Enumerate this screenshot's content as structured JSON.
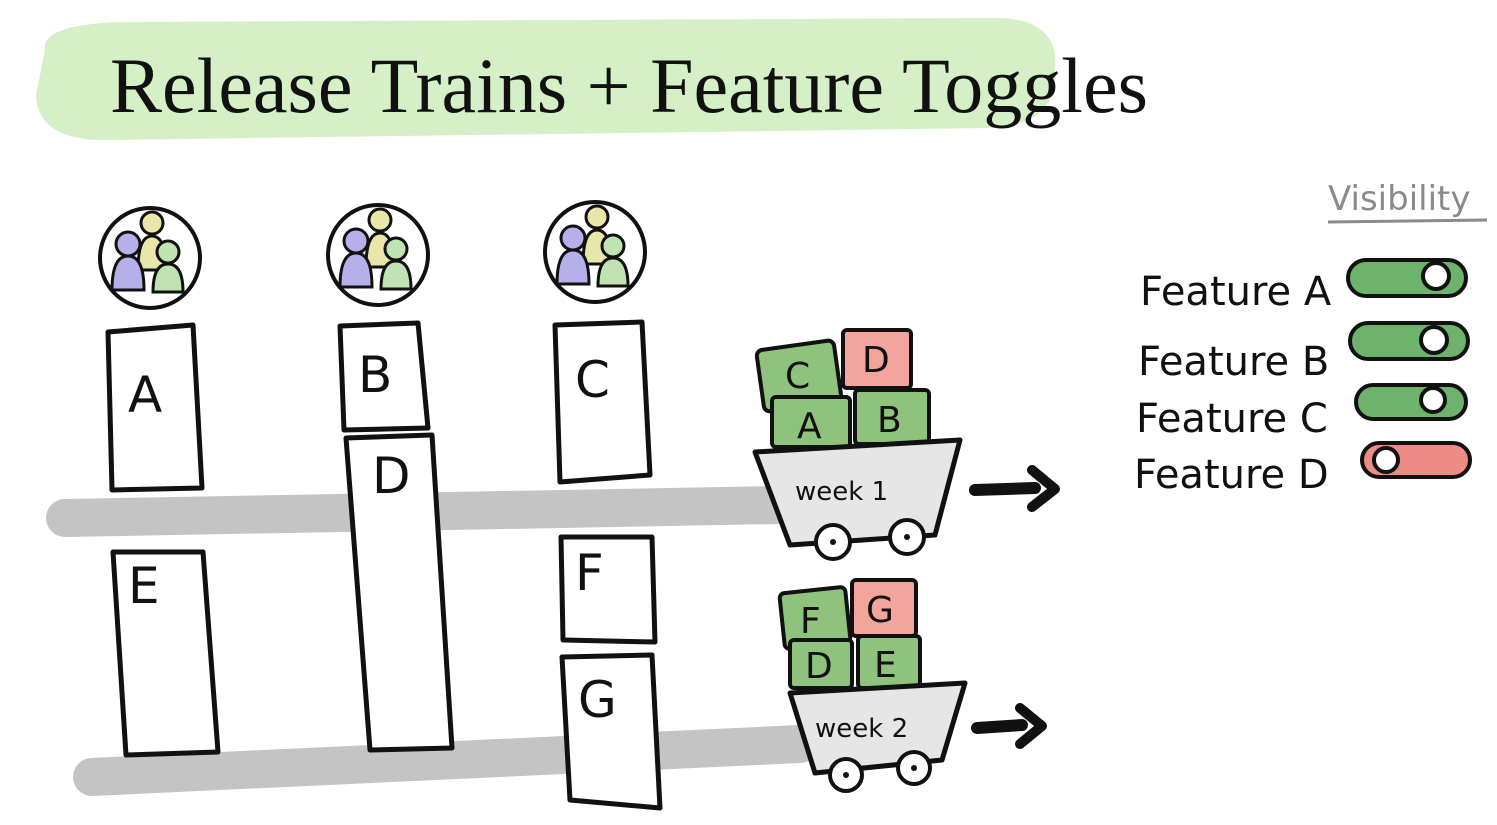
{
  "title": "Release Trains + Feature Toggles",
  "colors": {
    "title_band": "#d5f0c6",
    "track": "#c4c4c4",
    "crate_green": "#8fc27d",
    "crate_red": "#f2a49d",
    "toggle_on": "#6db36b",
    "toggle_off": "#ec8c86",
    "team_purple": "#b6b0ea",
    "team_yellow": "#e9e6a9",
    "team_green": "#bfe3b3"
  },
  "teams": [
    {
      "name": "team",
      "icon": "team-icon",
      "work_items": [
        "A",
        "E"
      ]
    },
    {
      "name": "team",
      "icon": "team-icon",
      "work_items": [
        "B",
        "D"
      ]
    },
    {
      "name": "team",
      "icon": "team-icon",
      "work_items": [
        "C",
        "F",
        "G"
      ]
    }
  ],
  "work_items": {
    "A": "A",
    "B": "B",
    "C": "C",
    "D": "D",
    "E": "E",
    "F": "F",
    "G": "G"
  },
  "trains": [
    {
      "label": "week 1",
      "crates": [
        {
          "letter": "C",
          "color": "green"
        },
        {
          "letter": "D",
          "color": "red"
        },
        {
          "letter": "A",
          "color": "green"
        },
        {
          "letter": "B",
          "color": "green"
        }
      ]
    },
    {
      "label": "week 2",
      "crates": [
        {
          "letter": "F",
          "color": "green"
        },
        {
          "letter": "G",
          "color": "red"
        },
        {
          "letter": "D",
          "color": "green"
        },
        {
          "letter": "E",
          "color": "green"
        }
      ]
    }
  ],
  "visibility": {
    "heading": "Visibility",
    "features": [
      {
        "label": "Feature A",
        "enabled": true
      },
      {
        "label": "Feature B",
        "enabled": true
      },
      {
        "label": "Feature C",
        "enabled": true
      },
      {
        "label": "Feature D",
        "enabled": false
      }
    ]
  }
}
